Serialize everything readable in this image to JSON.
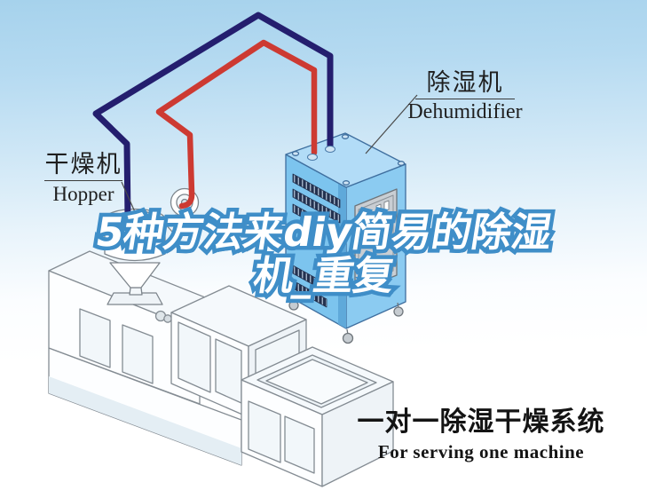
{
  "title": {
    "line1": "5种方法来diy简易的除湿",
    "line2": "机_重复"
  },
  "labels": {
    "hopper": {
      "zh": "干燥机",
      "en": "Hopper"
    },
    "dehumidifier": {
      "zh": "除湿机",
      "en": "Dehumidifier"
    }
  },
  "caption": {
    "zh": "一对一除湿干燥系统",
    "en": "For serving one machine"
  },
  "colors": {
    "background_top": "#a6d2ec",
    "background_bottom": "#ffffff",
    "title_fill": "#ffffff",
    "title_outline": "#3f8ec8",
    "hose_dark_blue": "#241e6e",
    "hose_red": "#cd3a32",
    "dehumidifier_body": "#7cc4ee",
    "dehumidifier_top": "#b2dcf7",
    "vent_slats": "#243250",
    "machine_body": "#fdfeff",
    "label_text": "#1f1f1f"
  }
}
